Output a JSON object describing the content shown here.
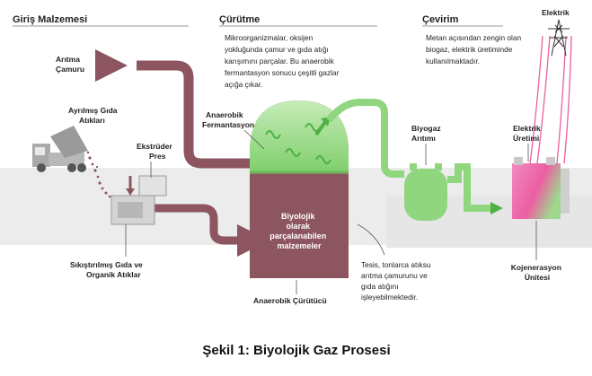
{
  "sections": {
    "input": "Giriş Malzemesi",
    "digestion": "Çürütme",
    "conversion": "Çevirim"
  },
  "descriptions": {
    "digestion": [
      "Mikroorganizmalar, oksijen",
      "yokluğunda çamur ve gıda atığı",
      "karışımını parçalar. Bu anaerobik",
      "fermantasyon sonucu çeşitli gazlar",
      "açığa çıkar."
    ],
    "conversion": [
      "Metan açısından zengin olan",
      "biogaz, elektrik üretiminde",
      "kullanılmaktadır."
    ],
    "facility": [
      "Tesis, tonlarca atıksu",
      "arıtma çamurunu ve",
      "gıda atığını",
      "işleyebilmektedir."
    ]
  },
  "labels": {
    "sludge": [
      "Arıtma",
      "Çamuru"
    ],
    "food_waste": [
      "Ayrılmış Gıda",
      "Atıkları"
    ],
    "extruder": [
      "Ekstrüder",
      "Pres"
    ],
    "compressed": [
      "Sıkıştırılmış Gıda ve",
      "Organik Atıklar"
    ],
    "fermentation": [
      "Anaerobik",
      "Fermantasyon"
    ],
    "bio_breakdown": [
      "Biyolojik",
      "olarak",
      "parçalanabilen",
      "malzemeler"
    ],
    "digester": "Anaerobik Çürütücü",
    "biogas_treatment": [
      "Biyogaz",
      "Arıtımı"
    ],
    "power_generation": [
      "Elektrik",
      "Üretimi"
    ],
    "cogeneration": [
      "Kojenerasyon",
      "Ünitesi"
    ],
    "electricity": "Elektrik"
  },
  "caption": "Şekil 1: Biyolojik Gaz Prosesi",
  "colors": {
    "sludge": "#8c5560",
    "gas": "#8fd67e",
    "gas_dark": "#4fb043",
    "power": "#ec5fa2",
    "ground": "#ebebeb",
    "machine": "#d8d8d8"
  }
}
